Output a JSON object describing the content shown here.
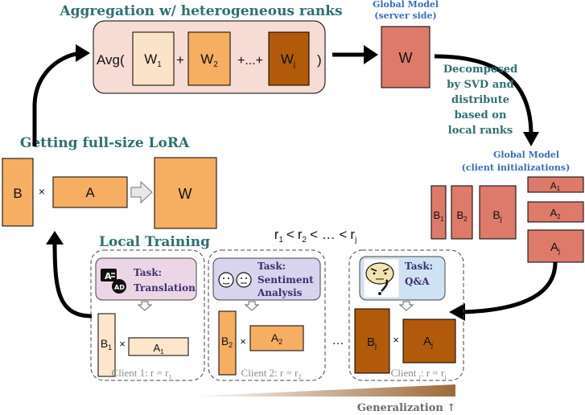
{
  "titles": {
    "aggregation": "Aggregation w/ heterogeneous ranks",
    "full_size": "Getting full-size LoRA",
    "local_training": "Local Training",
    "global_server_1": "Global Model",
    "global_server_2": "(server side)",
    "global_client_1": "Global Model",
    "global_client_2": "(client initializations)"
  },
  "svd_text": [
    "Decomposed",
    "by SVD and",
    "distribute",
    "based on",
    "local ranks"
  ],
  "aggregation_formula": {
    "avg": "Avg(",
    "w1": "W",
    "w1_sub": "1",
    "plus1": "+",
    "w2": "W",
    "w2_sub": "2",
    "plus2": "+...+",
    "wj": "W",
    "wj_sub": "j",
    "close": ")"
  },
  "server_w": "W",
  "full_size": {
    "b": "B",
    "times": "×",
    "a": "A",
    "w": "W"
  },
  "client_init": {
    "b1": "B",
    "b1_sub": "1",
    "b2": "B",
    "b2_sub": "2",
    "bj": "B",
    "bj_sub": "j",
    "a1": "A",
    "a1_sub": "1",
    "a2": "A",
    "a2_sub": "2",
    "aj": "A",
    "aj_sub": "j"
  },
  "rank_order": {
    "r1": "r",
    "s1": "1",
    "lt1": "<",
    "r2": "r",
    "s2": "2",
    "lt2": "< … <",
    "rj": "r",
    "sj": "j"
  },
  "clients": [
    {
      "task_line1": "Task:",
      "task_line2": "Translation",
      "task_line3": "",
      "b": "B",
      "b_sub": "1",
      "a": "A",
      "a_sub": "1",
      "label": "Client 1: r = ",
      "label_r": "r",
      "label_r_sub": "1"
    },
    {
      "task_line1": "Task:",
      "task_line2": "Sentiment",
      "task_line3": "Analysis",
      "b": "B",
      "b_sub": "2",
      "a": "A",
      "a_sub": "2",
      "label": "Client 2: r = ",
      "label_r": "r",
      "label_r_sub": "2"
    },
    {
      "task_line1": "Task:",
      "task_line2": "Q&A",
      "task_line3": "",
      "b": "B",
      "b_sub": "j",
      "a": "A",
      "a_sub": "j",
      "label": "Client ",
      "label_j": "j",
      "label_tail": ": r = ",
      "label_r": "r",
      "label_r_sub": "j"
    }
  ],
  "times": "×",
  "ellipsis": "…",
  "generalization": "Generalization ↑",
  "colors": {
    "w1": "#fbe3c8",
    "w2": "#f6ae63",
    "wj": "#b05a0a",
    "salmon": "#de7a6a",
    "orange": "#f6ae63",
    "light": "#fde6cc",
    "dark": "#b05a0a",
    "agg_box": "#f6dcd5"
  }
}
